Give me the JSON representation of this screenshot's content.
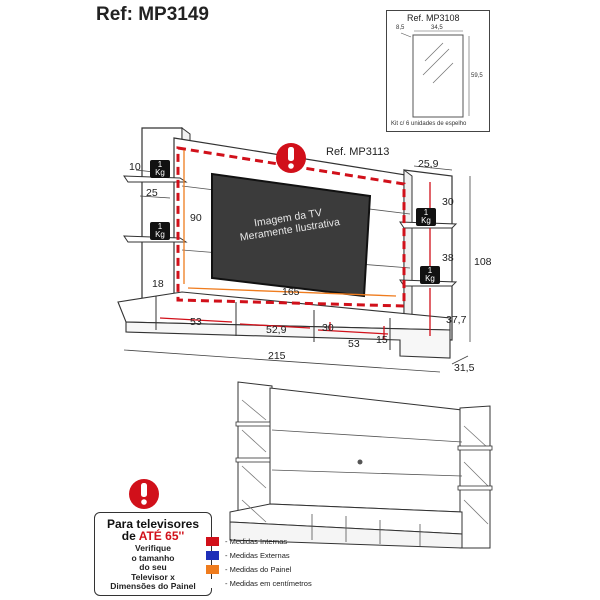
{
  "header": {
    "ref_main": "Ref: MP3149"
  },
  "mirror_inset": {
    "ref": "Ref. MP3108",
    "dim_top": "34,5",
    "dim_left": "8,5",
    "dim_right": "59,5",
    "caption": "Kit c/ 6 unidades de espelho"
  },
  "panel": {
    "ref": "Ref. MP3113",
    "tv_text_line1": "Imagem da TV",
    "tv_text_line2": "Meramente Ilustrativa",
    "weight_top": "1",
    "weight_unit": "Kg"
  },
  "dimensions": {
    "d10": "10",
    "d25": "25",
    "d90": "90",
    "d18": "18",
    "d165": "165",
    "d25_9": "25,9",
    "d30": "30",
    "d38": "38",
    "d108": "108",
    "d37_7": "37,7",
    "d53_left": "53",
    "d52_9": "52,9",
    "d30_lower": "30",
    "d53_right": "53",
    "d15": "15",
    "d215": "215",
    "d31_5": "31,5"
  },
  "warning": {
    "line1": "Para televisores",
    "line2_prefix": "de ",
    "line2_highlight": "ATÉ 65''",
    "line3": "Verifique",
    "line4": "o tamanho",
    "line5": "do seu",
    "line6": "Televisor x",
    "line7": "Dimensões do Painel"
  },
  "legend": {
    "items": [
      {
        "label": "- Medidas Internas",
        "color": "#d1101a"
      },
      {
        "label": "- Medidas Externas",
        "color": "#1e2fb8"
      },
      {
        "label": "- Medidas do Painel",
        "color": "#ef7c1e"
      },
      {
        "label": "- Medidas em centímetros",
        "color": "#ffffff"
      }
    ]
  },
  "colors": {
    "internal": "#d1101a",
    "external": "#1e2fb8",
    "panel": "#ef7c1e",
    "warning_red": "#d1101a"
  }
}
